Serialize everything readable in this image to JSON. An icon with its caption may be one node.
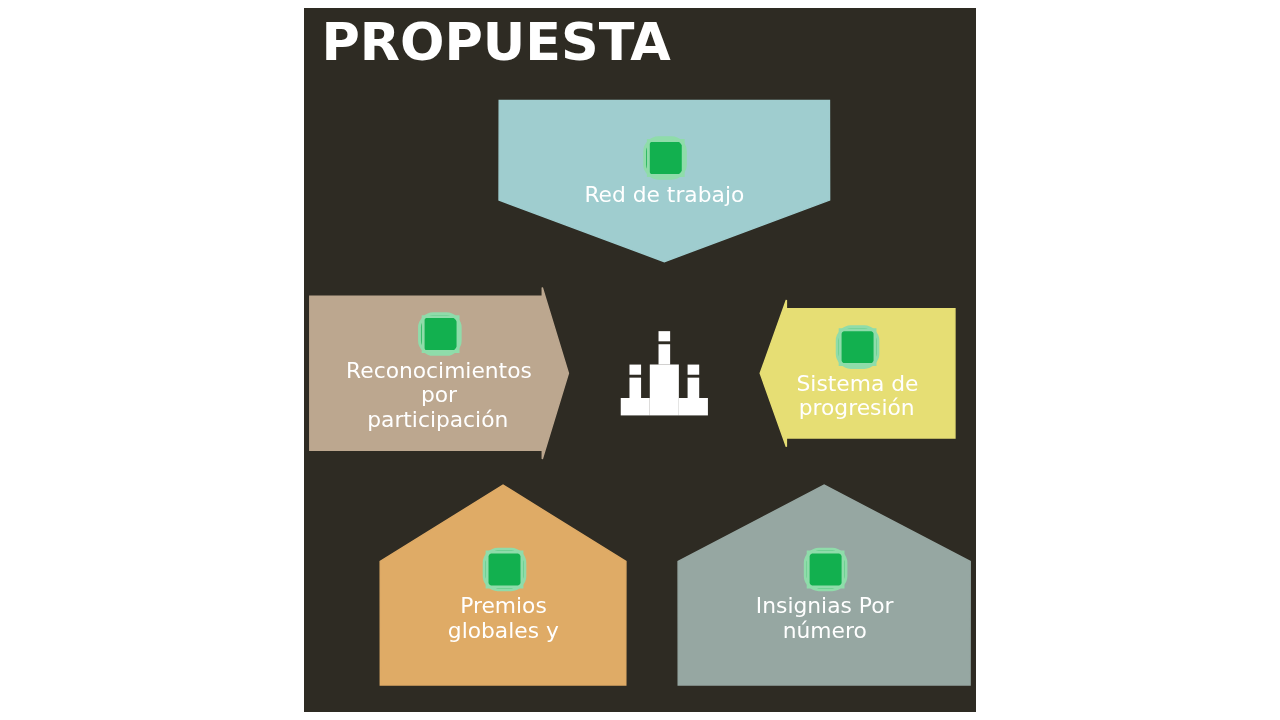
{
  "diagram": {
    "title": "PROPUESTA",
    "nodes": [
      {
        "text": [
          "Red de trabajo"
        ]
      },
      {
        "text": [
          "Reconocimientos por participación"
        ]
      },
      {
        "text": [],
        "shape": "picture"
      },
      {
        "text": [
          "Sistema de progresión"
        ]
      },
      {
        "text": [
          "Premios globales y"
        ]
      },
      {
        "text": [
          "Insignias Por número"
        ]
      }
    ],
    "edges": []
  }
}
